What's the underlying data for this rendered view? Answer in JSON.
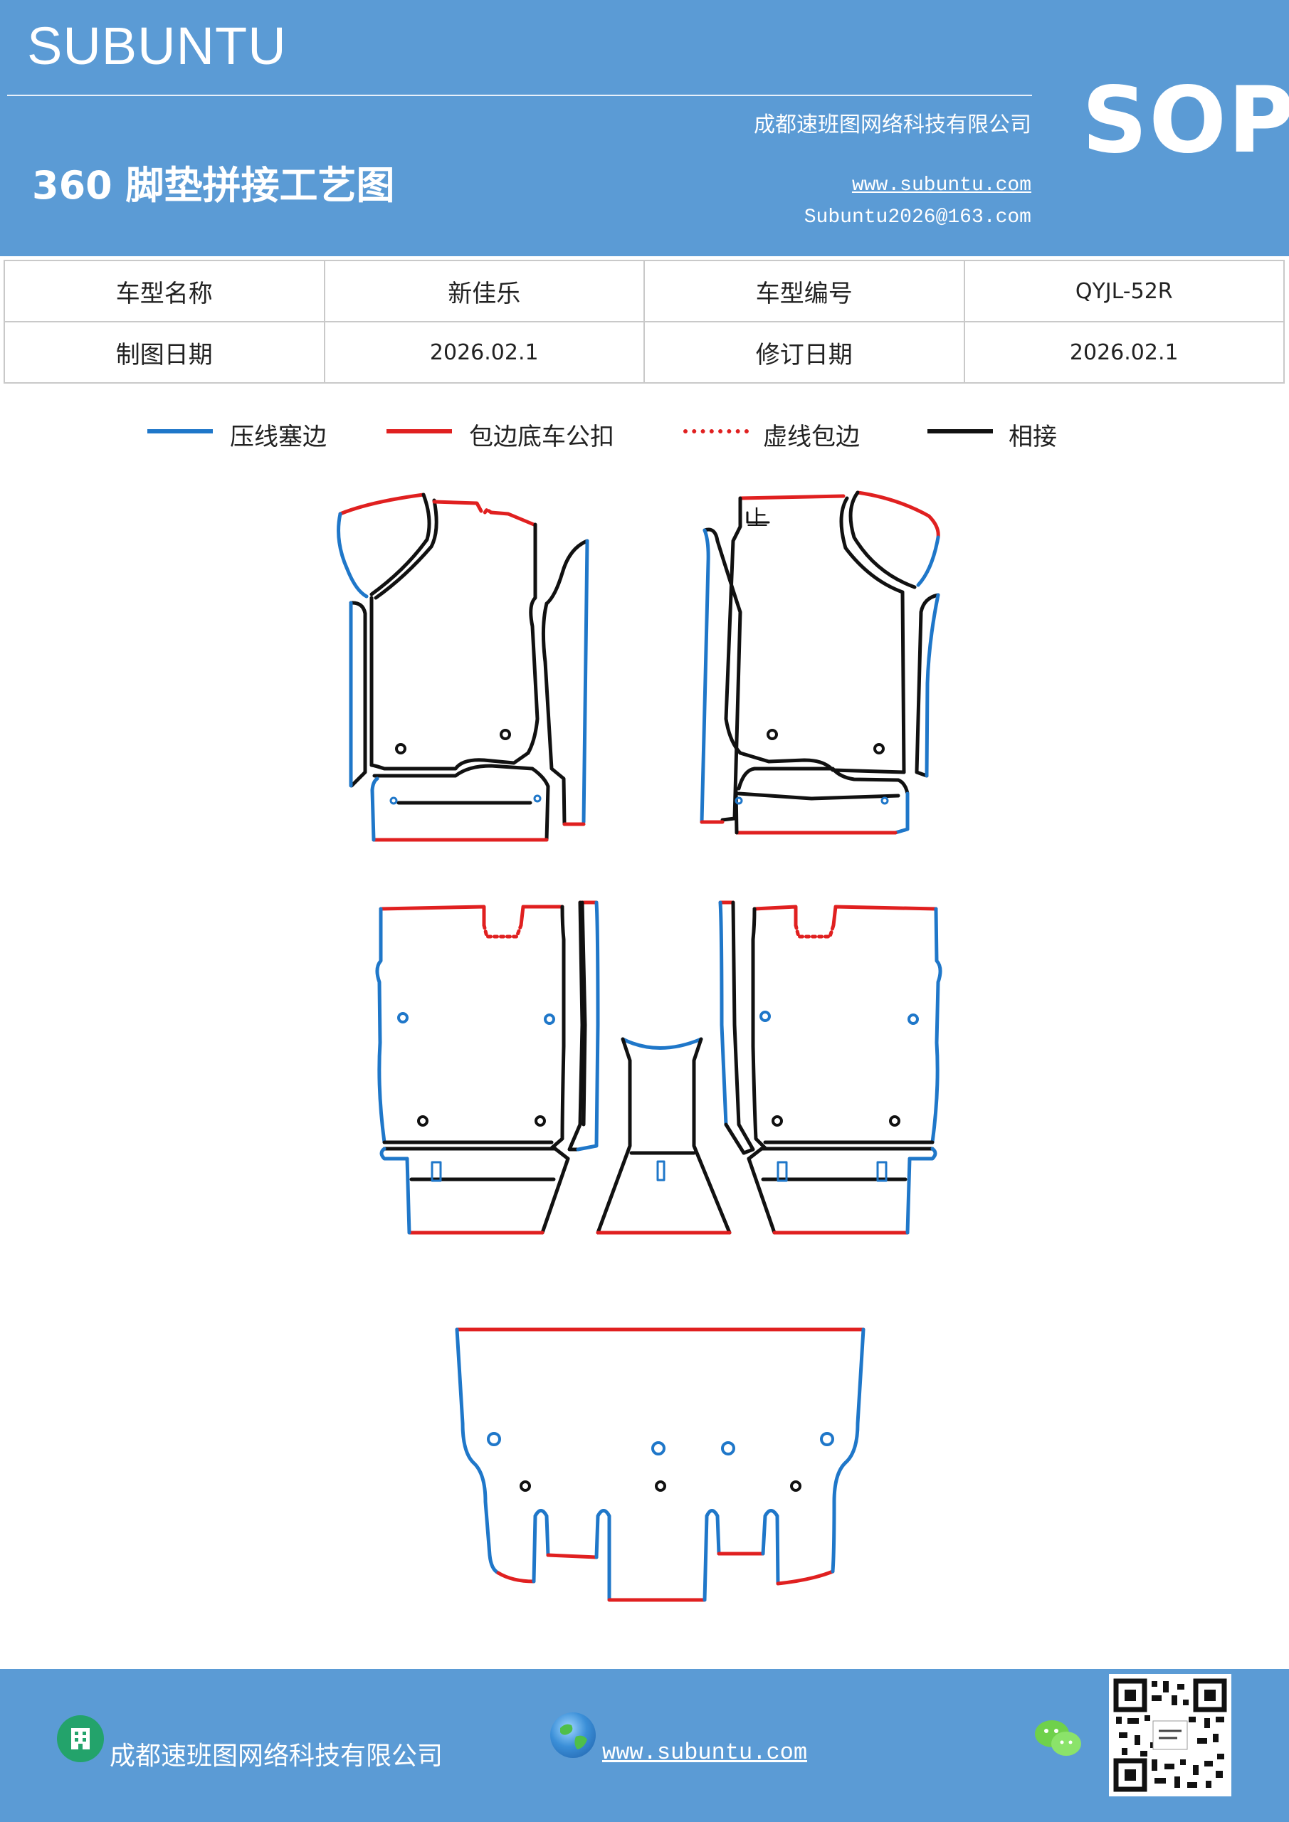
{
  "header": {
    "brand": "SUBUNTU",
    "company": "成都速班图网络科技有限公司",
    "title": "360 脚垫拼接工艺图",
    "website": "www.subuntu.com",
    "email": "Subuntu2026@163.com",
    "badge": "SOP"
  },
  "info_table": {
    "model_name_label": "车型名称",
    "model_name": "新佳乐",
    "model_code_label": "车型编号",
    "model_code": "QYJL-52R",
    "drawing_date_label": "制图日期",
    "drawing_date": "2026.02.1",
    "revision_date_label": "修订日期",
    "revision_date": "2026.02.1"
  },
  "legend": [
    {
      "label": "压线塞边",
      "color": "#1f77c9",
      "style": "solid"
    },
    {
      "label": "包边底车公扣",
      "color": "#e02020",
      "style": "solid"
    },
    {
      "label": "虚线包边",
      "color": "#e02020",
      "style": "dotted"
    },
    {
      "label": "相接",
      "color": "#111111",
      "style": "solid"
    }
  ],
  "drawing": {
    "orientation_mark": "上"
  },
  "footer": {
    "company": "成都速班图网络科技有限公司",
    "website": "www.subuntu.com",
    "icons": [
      "building-icon",
      "globe-icon",
      "wechat-icon",
      "qr-code"
    ]
  }
}
